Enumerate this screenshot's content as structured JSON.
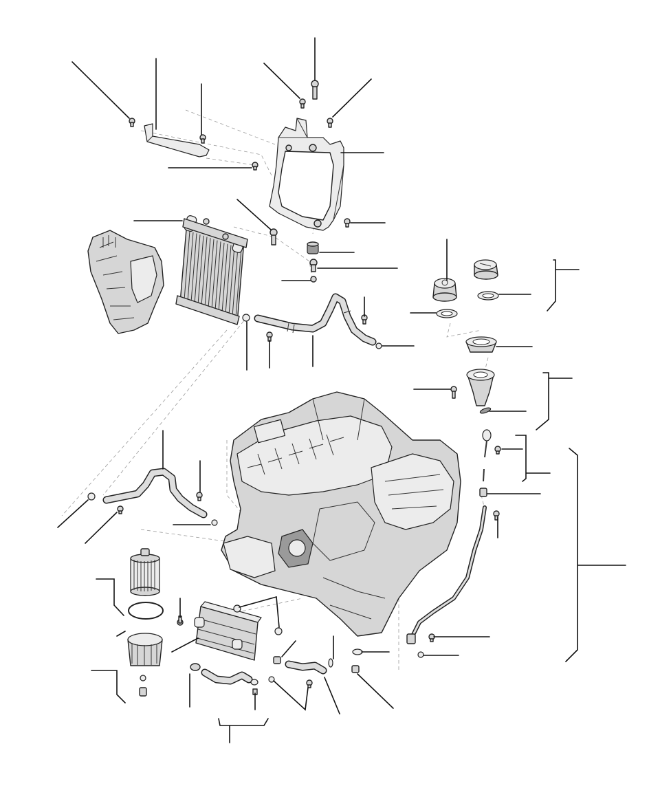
{
  "figure": {
    "kind": "exploded-parts-diagram",
    "colors": {
      "line": "#111111",
      "part_fill": "#d6d6d6",
      "part_light": "#ececec",
      "part_dark": "#9a9a9a",
      "guide": "#9a9a9a",
      "background": "#ffffff"
    },
    "components": [
      "engine-block",
      "oil-cooler-radiator",
      "air-duct-shroud",
      "mounting-frame-bracket",
      "cooler-hose-upper",
      "cooler-hose-lower",
      "oil-filter-element",
      "oil-filter-housing-cap",
      "engine-oil-cooler",
      "oil-filler-cap",
      "oil-filler-neck",
      "oil-dipstick",
      "dipstick-guide-tube",
      "oil-return-pipe",
      "oil-feed-pipe"
    ],
    "icons": [
      "bolt-icon",
      "seal-ring-icon",
      "nut-icon",
      "bracket-brace-icon"
    ]
  }
}
